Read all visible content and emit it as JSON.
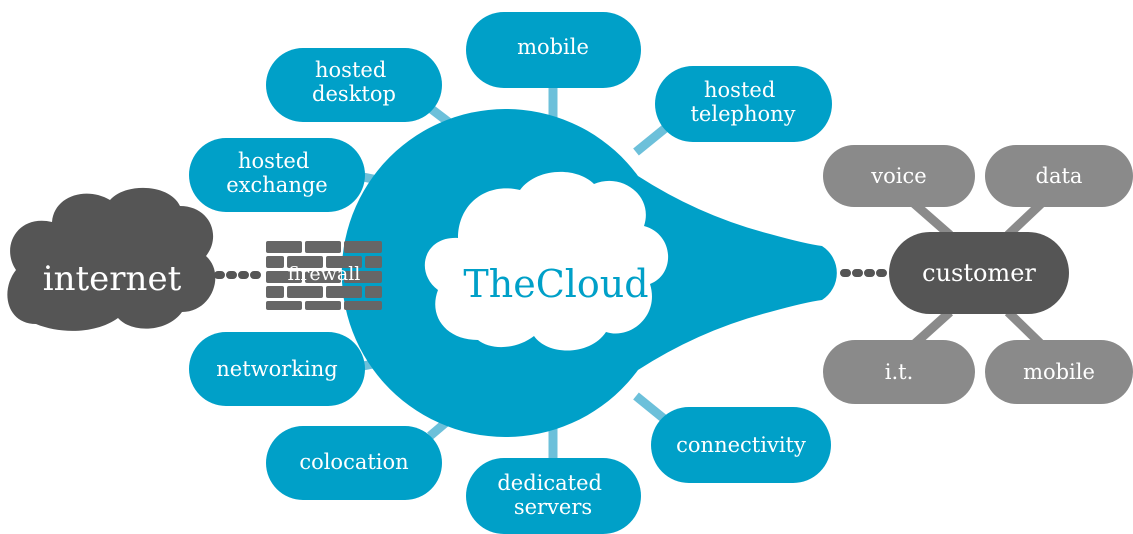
{
  "colors": {
    "primary": "#00a0c8",
    "connector": "#6cc0da",
    "dark": "#555555",
    "gray": "#8a8a8a",
    "white": "#ffffff"
  },
  "center": {
    "label": "TheCloud"
  },
  "internet": {
    "label": "internet"
  },
  "firewall": {
    "label": "firewall"
  },
  "services": {
    "mobile": [
      "mobile"
    ],
    "hosted_desktop": [
      "hosted",
      "desktop"
    ],
    "hosted_telephony": [
      "hosted",
      "telephony"
    ],
    "hosted_exchange": [
      "hosted",
      "exchange"
    ],
    "networking": [
      "networking"
    ],
    "colocation": [
      "colocation"
    ],
    "dedicated_servers": [
      "dedicated",
      "servers"
    ],
    "connectivity": [
      "connectivity"
    ]
  },
  "customer": {
    "label": "customer",
    "services": {
      "voice": "voice",
      "data": "data",
      "it": "i.t.",
      "mobile": "mobile"
    }
  }
}
